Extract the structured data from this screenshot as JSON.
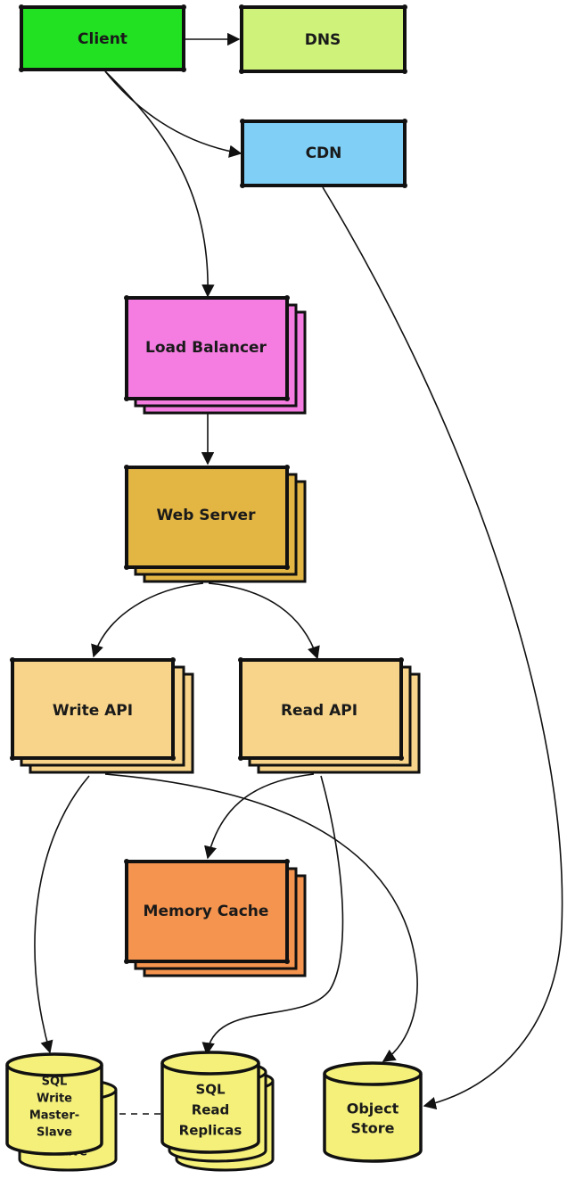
{
  "nodes": {
    "client": {
      "label": "Client",
      "color": "#22e022"
    },
    "dns": {
      "label": "DNS",
      "color": "#cff27a"
    },
    "cdn": {
      "label": "CDN",
      "color": "#7fcff7"
    },
    "load_balancer": {
      "label": "Load Balancer",
      "color": "#f57de1"
    },
    "web_server": {
      "label": "Web Server",
      "color": "#e3b543"
    },
    "write_api": {
      "label": "Write API",
      "color": "#f7d489"
    },
    "read_api": {
      "label": "Read API",
      "color": "#f7d489"
    },
    "memory_cache": {
      "label": "Memory Cache",
      "color": "#f5944e"
    },
    "sql_write": {
      "label_lines": [
        "SQL",
        "Write",
        "Master-",
        "Slave"
      ],
      "back_label": "Slave",
      "color": "#f4f07a"
    },
    "sql_read": {
      "label_lines": [
        "SQL",
        "Read",
        "Replicas"
      ],
      "color": "#f4f07a"
    },
    "object_store": {
      "label_lines": [
        "Object",
        "Store"
      ],
      "color": "#f4f07a"
    }
  },
  "edges": [
    {
      "from": "Client",
      "to": "DNS"
    },
    {
      "from": "Client",
      "to": "CDN"
    },
    {
      "from": "Client",
      "to": "Load Balancer"
    },
    {
      "from": "CDN",
      "to": "Object Store"
    },
    {
      "from": "Load Balancer",
      "to": "Web Server"
    },
    {
      "from": "Web Server",
      "to": "Write API"
    },
    {
      "from": "Web Server",
      "to": "Read API"
    },
    {
      "from": "Write API",
      "to": "SQL Write Master-Slave"
    },
    {
      "from": "Write API",
      "to": "Object Store"
    },
    {
      "from": "Read API",
      "to": "Memory Cache"
    },
    {
      "from": "Read API",
      "to": "SQL Read Replicas"
    },
    {
      "from": "SQL Write Master-Slave",
      "to": "SQL Read Replicas",
      "style": "dashed"
    }
  ]
}
